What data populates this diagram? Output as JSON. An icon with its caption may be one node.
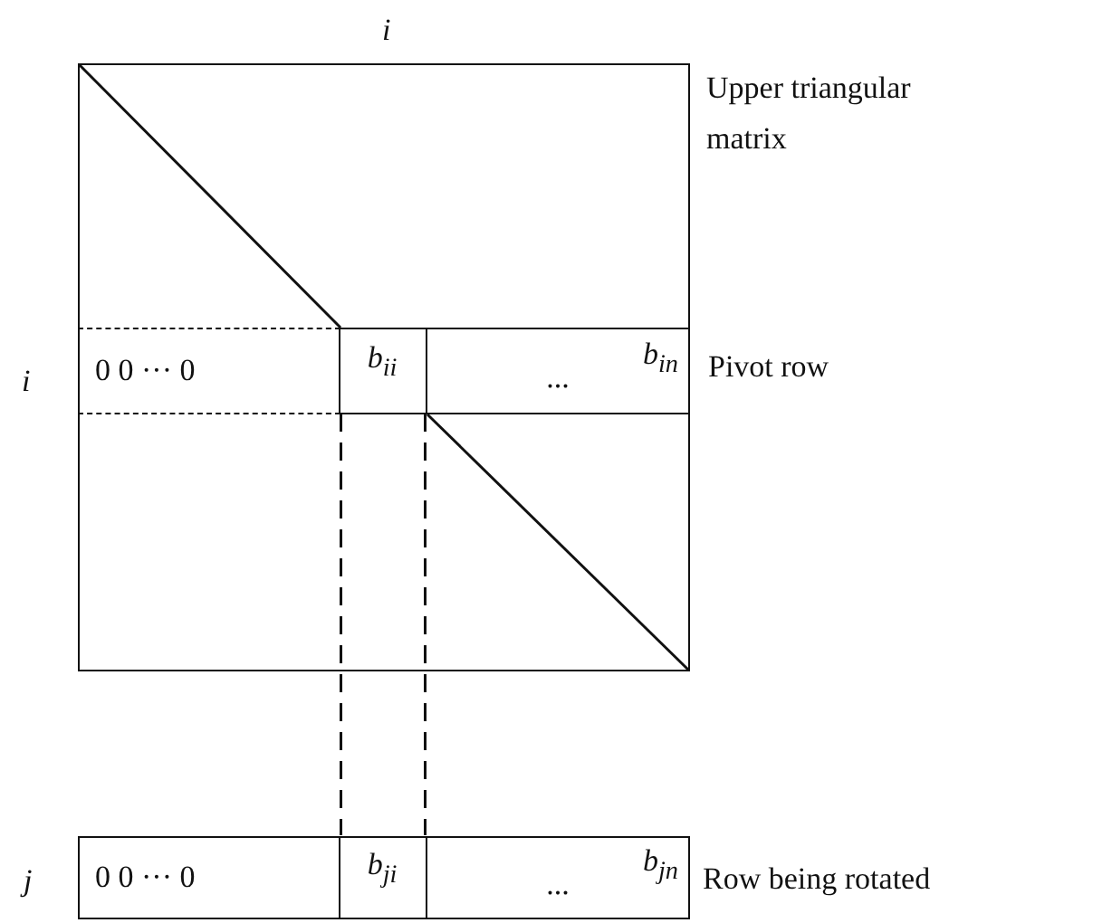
{
  "diagram": {
    "nodes": [
      {
        "text": [],
        "shape": "box",
        "beside": [
          "Upper triangular matrix"
        ]
      },
      {
        "text": [],
        "shape": "box",
        "in": 0,
        "beside": [
          "Pivot row"
        ]
      },
      {
        "text": [
          "0 0 ··· 0"
        ],
        "in": 1
      },
      {
        "text": [
          "b$_{ii}$"
        ],
        "in": 1
      },
      {
        "text": [
          "...",
          "b$_{in}$"
        ],
        "in": 1
      },
      {
        "text": [],
        "shape": "box",
        "beside": [
          "Row being rotated"
        ]
      },
      {
        "text": [
          "0 0 ··· 0"
        ],
        "in": 5
      },
      {
        "text": [
          "b$_{ji}$"
        ],
        "in": 5
      },
      {
        "text": [
          "...",
          "b$_{jn}$"
        ],
        "in": 5
      }
    ],
    "edges": [
      {
        "from": 3,
        "to": 7,
        "arrow": "none",
        "style": "dashed"
      },
      {
        "from": 3,
        "to": 7,
        "arrow": "none",
        "style": "dashed"
      }
    ],
    "labels": [
      "i",
      "i",
      "j"
    ]
  }
}
